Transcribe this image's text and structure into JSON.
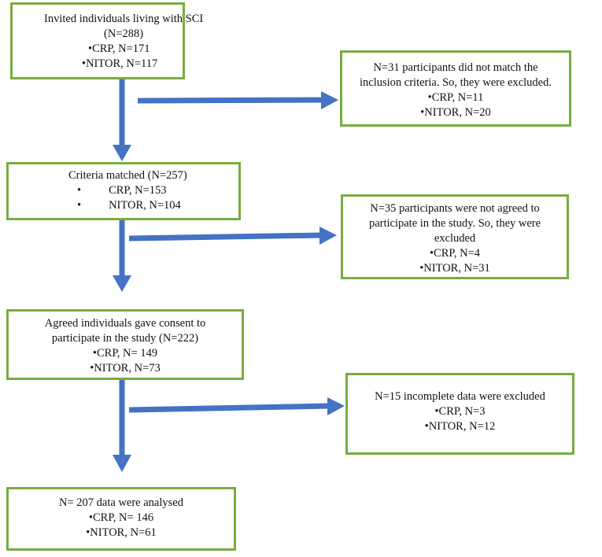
{
  "boxes": {
    "invited": {
      "lines": [
        "Invited individuals  living  with SCI",
        "(N=288)",
        "•CRP, N=171",
        "•NITOR, N=117"
      ]
    },
    "excluded_criteria": {
      "lines": [
        "N=31 participants did not match the",
        "inclusion  criteria. So, they were excluded.",
        "•CRP, N=11",
        "•NITOR, N=20"
      ]
    },
    "criteria_matched": {
      "title": "Criteria matched (N=257)",
      "bullets": [
        "CRP, N=153",
        "NITOR, N=104"
      ],
      "bullet_char": "•"
    },
    "not_agreed": {
      "lines": [
        "N=35 participants were not agreed to",
        "participate in the study. So, they were",
        "excluded",
        "•CRP, N=4",
        "•NITOR, N=31"
      ]
    },
    "agreed": {
      "lines": [
        "Agreed individuals  gave consent to",
        "participate in the study (N=222)",
        "•CRP, N= 149",
        "•NITOR, N=73"
      ]
    },
    "incomplete": {
      "lines": [
        "N=15 incomplete data were excluded",
        "•CRP, N=3",
        "•NITOR, N=12"
      ]
    },
    "analysed": {
      "lines": [
        "N= 207 data were analysed",
        "•CRP, N= 146",
        "•NITOR, N=61"
      ]
    }
  },
  "colors": {
    "box_border": "#77ad3f",
    "arrow": "#4472c4"
  }
}
